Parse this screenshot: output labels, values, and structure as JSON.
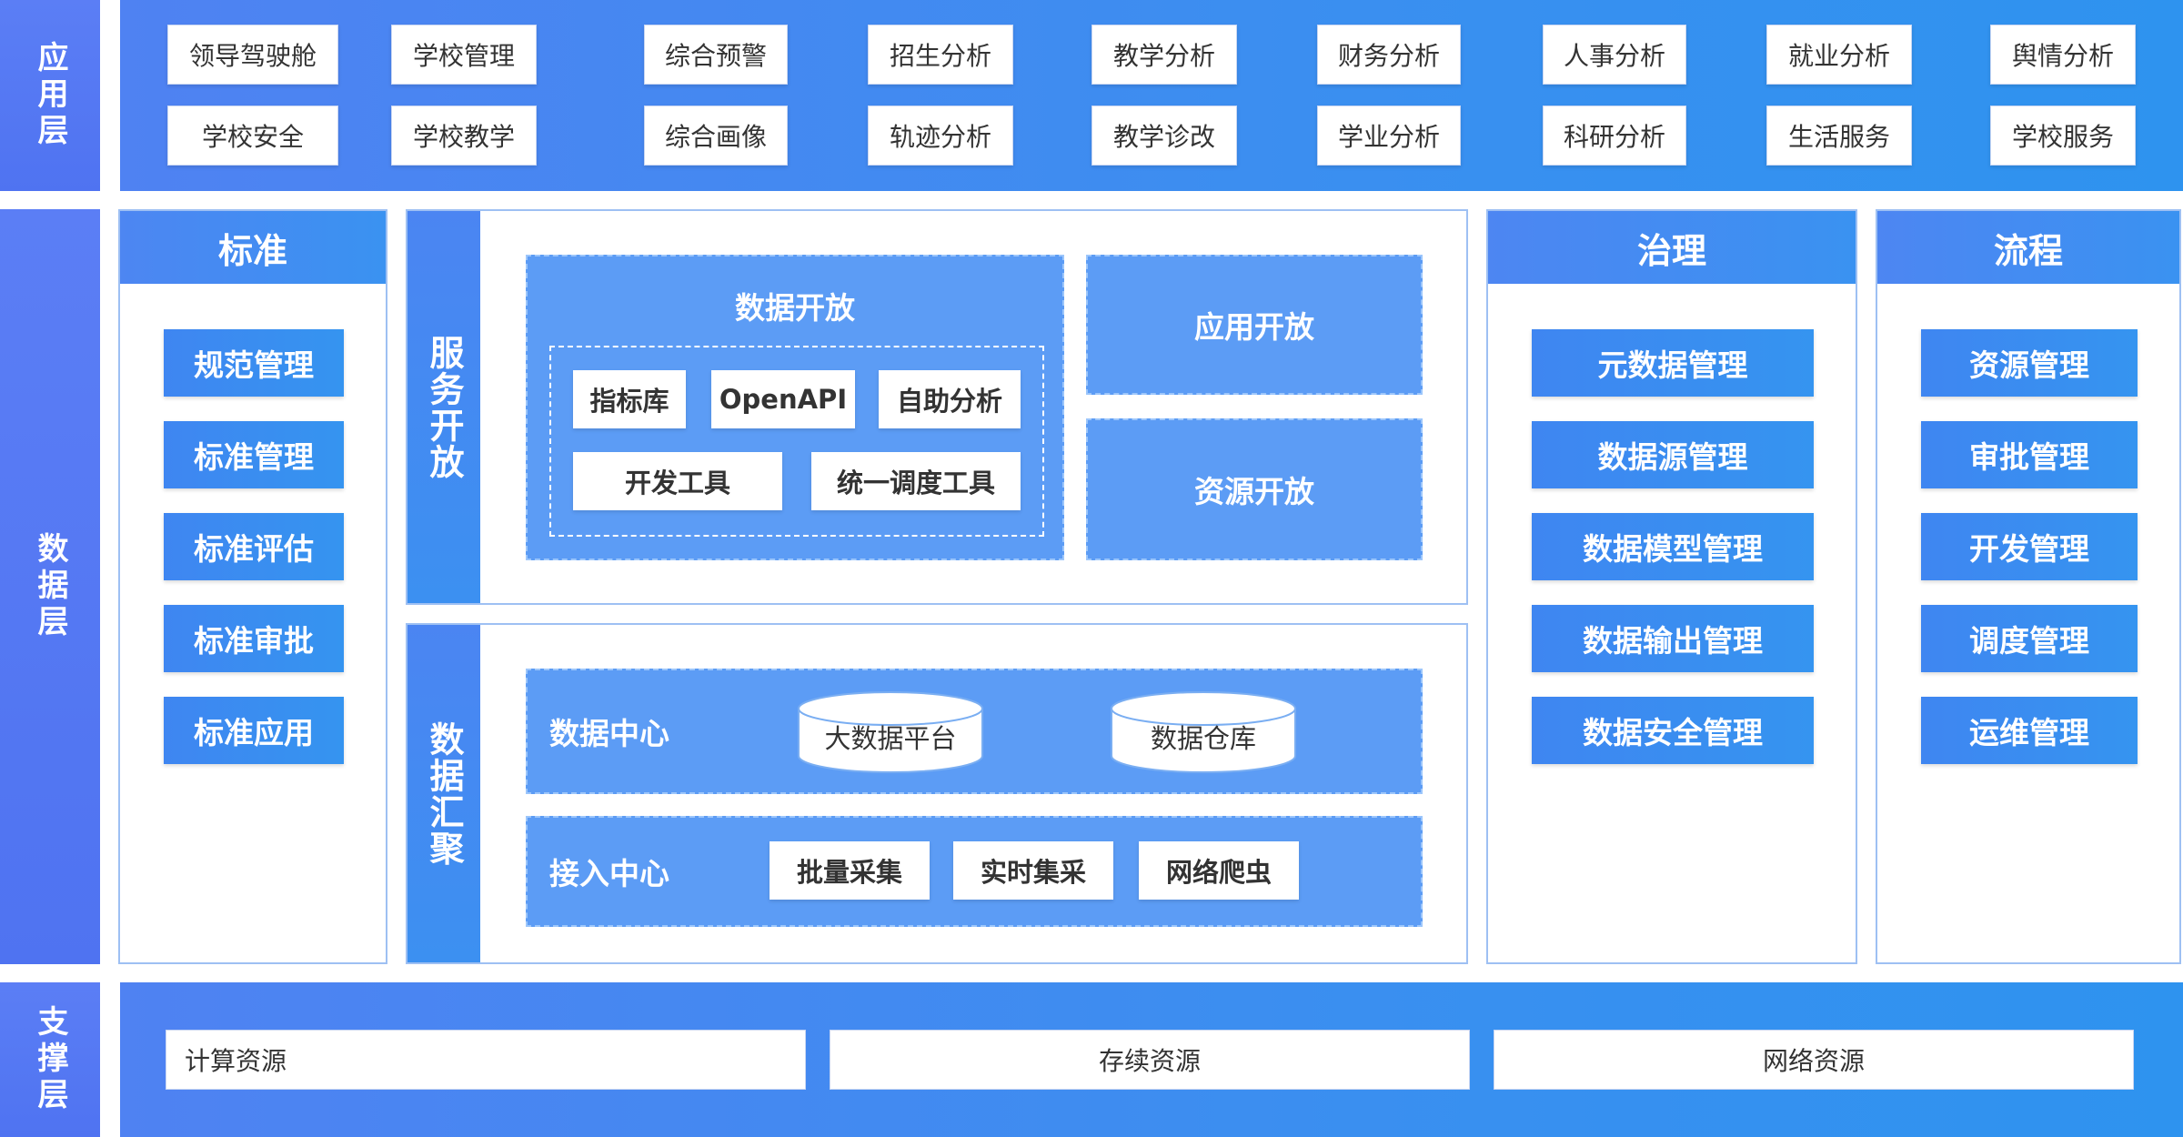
{
  "layers": {
    "app": "应用层",
    "data": "数据层",
    "support": "支撑层"
  },
  "app_layer": {
    "row1": [
      "领导驾驶舱",
      "学校管理",
      "综合预警",
      "招生分析",
      "教学分析",
      "财务分析",
      "人事分析",
      "就业分析",
      "舆情分析"
    ],
    "row2": [
      "学校安全",
      "学校教学",
      "综合画像",
      "轨迹分析",
      "教学诊改",
      "学业分析",
      "科研分析",
      "生活服务",
      "学校服务"
    ]
  },
  "standard": {
    "title": "标准",
    "items": [
      "规范管理",
      "标准管理",
      "标准评估",
      "标准审批",
      "标准应用"
    ]
  },
  "service_open": {
    "strip_label": "服务开放",
    "data_open": {
      "title": "数据开放",
      "chips_row1": [
        "指标库",
        "OpenAPI",
        "自助分析"
      ],
      "chips_row2": [
        "开发工具",
        "统一调度工具"
      ]
    },
    "app_open": "应用开放",
    "resource_open": "资源开放"
  },
  "data_converge": {
    "strip_label": "数据汇聚",
    "data_center": {
      "label": "数据中心",
      "stores": [
        "大数据平台",
        "数据仓库"
      ]
    },
    "access_center": {
      "label": "接入中心",
      "chips": [
        "批量采集",
        "实时集采",
        "网络爬虫"
      ]
    }
  },
  "governance": {
    "title": "治理",
    "items": [
      "元数据管理",
      "数据源管理",
      "数据模型管理",
      "数据输出管理",
      "数据安全管理"
    ]
  },
  "process": {
    "title": "流程",
    "items": [
      "资源管理",
      "审批管理",
      "开发管理",
      "调度管理",
      "运维管理"
    ]
  },
  "support_layer": {
    "items": [
      "计算资源",
      "存续资源",
      "网络资源"
    ]
  },
  "colors": {
    "primary_blue": "#3a8ff0",
    "label_blue": "#5b7ef5",
    "box_blue": "#5c9cf5",
    "border_light": "#9ec0f3"
  }
}
